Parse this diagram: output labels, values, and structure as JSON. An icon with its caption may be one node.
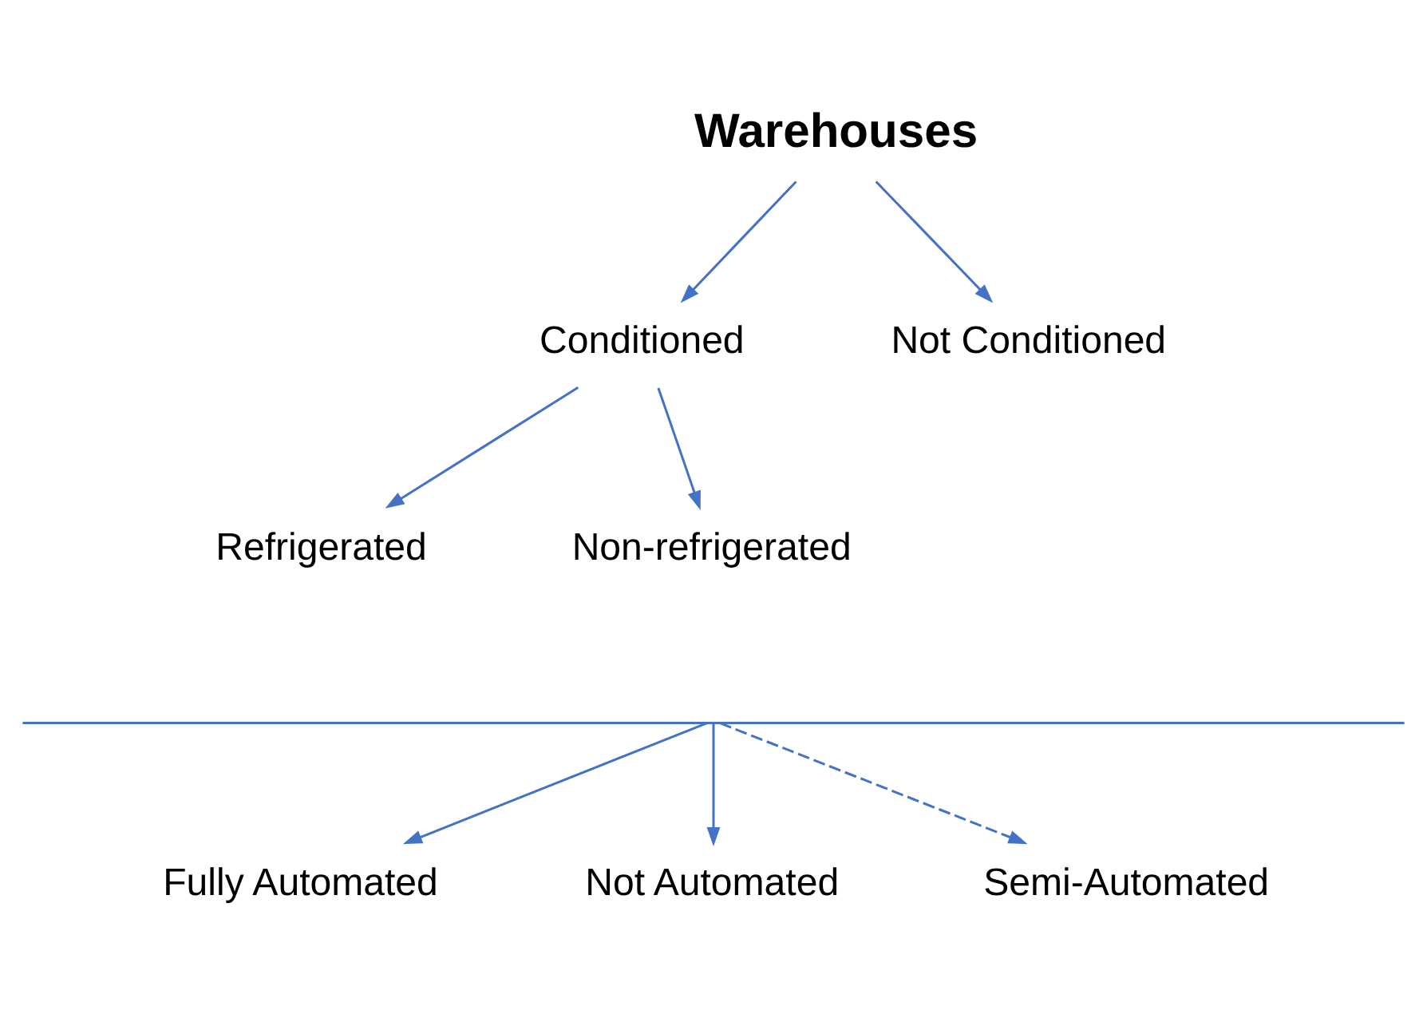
{
  "diagram": {
    "nodes": [
      {
        "text": [
          "Warehouses"
        ]
      },
      {
        "text": [
          "Conditioned"
        ]
      },
      {
        "text": [
          "Refrigerated"
        ]
      },
      {
        "text": [
          "Non-refrigerated"
        ]
      },
      {
        "text": [
          "Not Conditioned"
        ]
      },
      {
        "text": [],
        "shape": "brace"
      },
      {
        "text": [
          "Fully Automated"
        ]
      },
      {
        "text": [
          "Not Automated"
        ]
      },
      {
        "text": [
          "Semi-Automated"
        ]
      }
    ],
    "edges": [
      {
        "from": 0,
        "to": 1,
        "arrow": "to"
      },
      {
        "from": 0,
        "to": 4,
        "arrow": "to"
      },
      {
        "from": 1,
        "to": 2,
        "arrow": "to"
      },
      {
        "from": 1,
        "to": 3,
        "arrow": "to"
      },
      {
        "from": 5,
        "to": 6,
        "arrow": "to"
      },
      {
        "from": 5,
        "to": 8,
        "arrow": "to",
        "style": "dashed"
      },
      {
        "from": 5,
        "to": 7,
        "arrow": "to"
      }
    ]
  }
}
